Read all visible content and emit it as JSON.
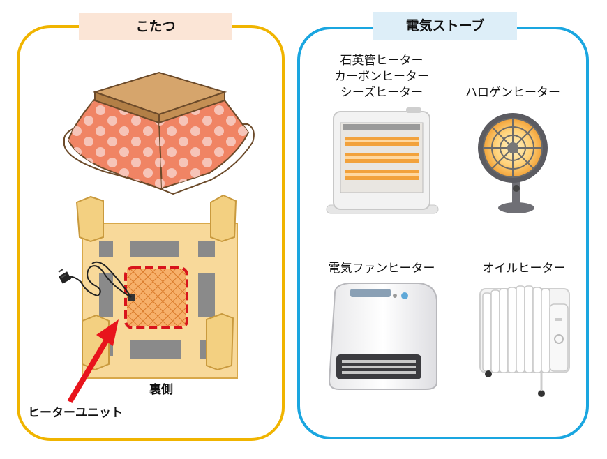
{
  "kotatsu": {
    "title": "こたつ",
    "underside_label": "裏側",
    "heater_unit_label": "ヒーターユニット"
  },
  "stove": {
    "title": "電気ストーブ",
    "items": [
      {
        "lines": [
          "石英管ヒーター",
          "カーボンヒーター",
          "シーズヒーター"
        ]
      },
      {
        "lines": [
          "ハロゲンヒーター"
        ]
      },
      {
        "lines": [
          "電気ファンヒーター"
        ]
      },
      {
        "lines": [
          "オイルヒーター"
        ]
      }
    ]
  },
  "colors": {
    "kotatsu_border": "#f0b400",
    "stove_border": "#1aa6e0",
    "kotatsu_tag_bg": "#fbe5d6",
    "stove_tag_bg": "#ddeef8",
    "arrow": "#e8141c"
  }
}
